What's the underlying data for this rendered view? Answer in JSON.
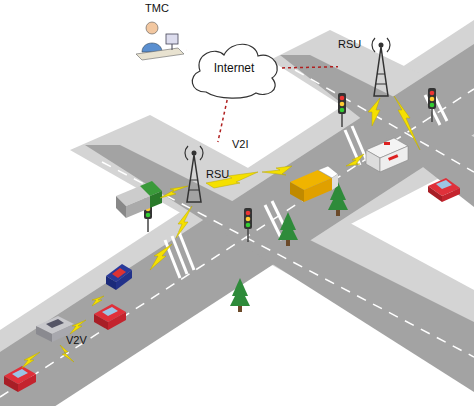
{
  "diagram": {
    "nodes": [
      {
        "text": [
          "TMC"
        ]
      },
      {
        "text": [
          "Internet"
        ]
      },
      {
        "text": [
          "RSU"
        ]
      },
      {
        "text": [
          "RSU"
        ]
      }
    ],
    "edges": [
      {
        "from": 1,
        "to": 0,
        "arrow": "none"
      },
      {
        "from": 1,
        "to": 2,
        "arrow": "none"
      },
      {
        "from": 1,
        "to": 3,
        "arrow": "none"
      }
    ],
    "labels": [
      "V2I",
      "V2V"
    ]
  }
}
